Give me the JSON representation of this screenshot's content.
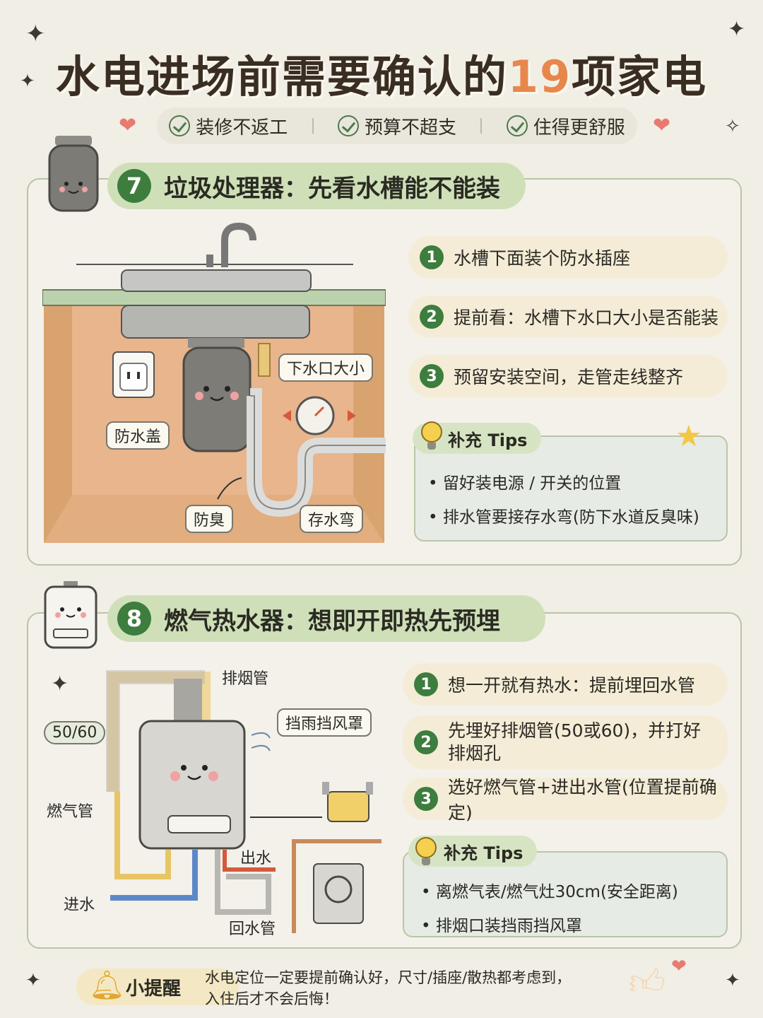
{
  "header": {
    "title_pre": "水电进场前需要确认的",
    "title_num": "19",
    "title_post": "项家电",
    "badges": [
      "装修不返工",
      "预算不超支",
      "住得更舒服"
    ]
  },
  "section7": {
    "number": "7",
    "title": "垃圾处理器：先看水槽能不能装",
    "steps": [
      "水槽下面装个防水插座",
      "提前看：水槽下水口大小是否能装",
      "预留安装空间，走管走线整齐"
    ],
    "tips_title": "补充 Tips",
    "tips": [
      "留好装电源 / 开关的位置",
      "排水管要接存水弯(防下水道反臭味)"
    ],
    "labels": {
      "outlet_size": "下水口大小",
      "cover": "防水盖",
      "odor": "防臭",
      "trap": "存水弯"
    }
  },
  "section8": {
    "number": "8",
    "title": "燃气热水器：想即开即热先预埋",
    "steps": [
      "想一开就有热水：提前埋回水管",
      "先埋好排烟管(50或60)，并打好排烟孔",
      "选好燃气管+进出水管(位置提前确定)"
    ],
    "tips_title": "补充 Tips",
    "tips": [
      "离燃气表/燃气灶30cm(安全距离)",
      "排烟口装挡雨挡风罩"
    ],
    "labels": {
      "flue": "排烟管",
      "hood": "挡雨挡风罩",
      "size": "50/60",
      "gas": "燃气管",
      "water_in": "进水",
      "water_out": "出水",
      "return": "回水管"
    }
  },
  "footer": {
    "remind_label": "小提醒",
    "text_line1": "水电定位一定要提前确认好，尺寸/插座/散热都考虑到，",
    "text_line2": "入住后才不会后悔！"
  },
  "colors": {
    "accent_green": "#3d7d3e",
    "orange": "#e8874b",
    "header_green": "#cfe0b9"
  }
}
